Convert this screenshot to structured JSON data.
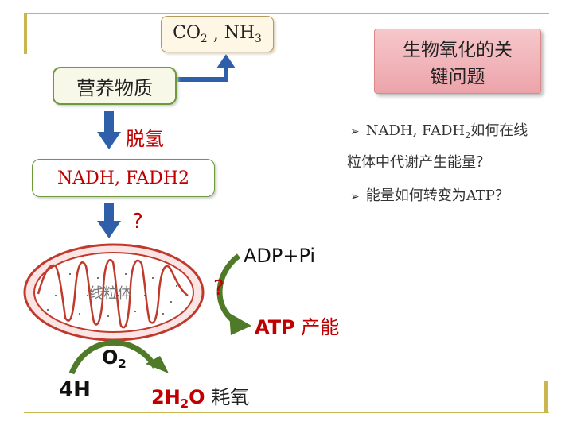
{
  "top_box": {
    "co2": "CO",
    "co2_sub": "2",
    "sep": " , ",
    "nh3": "NH",
    "nh3_sub": "3"
  },
  "key_box": {
    "line1": "生物氧化的关",
    "line2": "键问题"
  },
  "nutrient_box": {
    "label": "营养物质"
  },
  "dehydrogenation": {
    "label": "脱氢"
  },
  "nadh_box": {
    "label": "NADH, FADH2"
  },
  "questions": {
    "q1_prefix": "NADH, FADH",
    "q1_sub": "2",
    "q1_suffix": "如何在线",
    "q1_line2": "粒体中代谢产生能量？",
    "q2": "能量如何转变为ATP？",
    "bullet": "➢"
  },
  "question_mark_1": "?",
  "question_mark_2": "?",
  "adp_label": "ADP+Pi",
  "mito_label": "线粒体",
  "atp": {
    "bold": "ATP",
    "rest": " 产能"
  },
  "o2": {
    "text": "O",
    "sub": "2"
  },
  "four_h": "4H",
  "water": {
    "h": "2H",
    "sub": "2",
    "o": "O",
    "rest": " 耗氧"
  },
  "colors": {
    "frame": "#c9b64f",
    "red_text": "#c00000",
    "green_arrow": "#4f7a28",
    "blue_arrow": "#2e5fa8",
    "box_border": "#6e9a3c",
    "key_box_fill": "#f2b8bd",
    "question_color": "#333333",
    "mito_red": "#c0392b"
  }
}
